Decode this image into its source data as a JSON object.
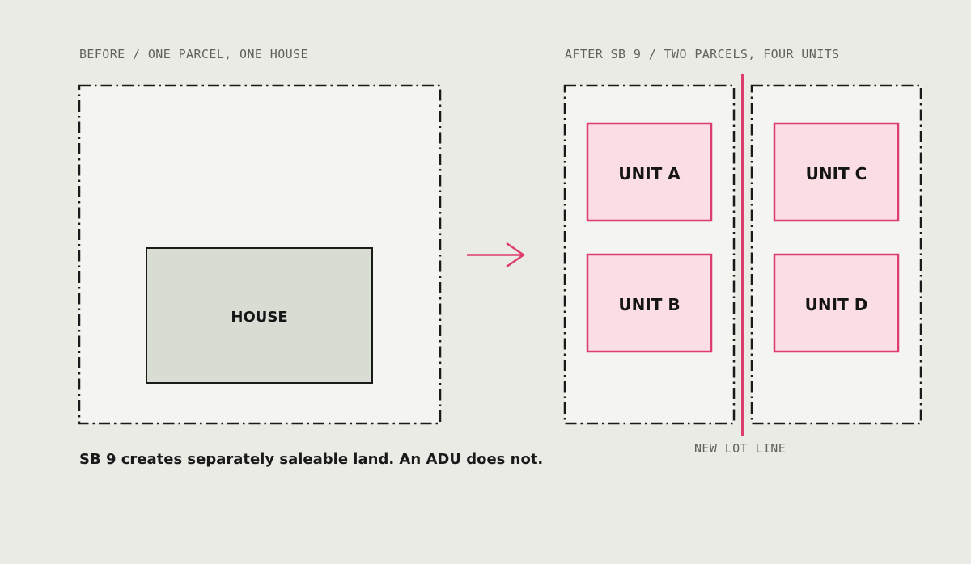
{
  "before": {
    "heading": "BEFORE / ONE PARCEL, ONE HOUSE",
    "house_label": "HOUSE"
  },
  "after": {
    "heading": "AFTER SB 9 / TWO PARCELS, FOUR UNITS",
    "units": [
      "UNIT A",
      "UNIT B",
      "UNIT C",
      "UNIT D"
    ],
    "lot_line_label": "NEW LOT LINE"
  },
  "caption": "SB 9 creates separately saleable land. An ADU does not.",
  "colors": {
    "background": "#eaebe5",
    "parcel_fill": "#f4f4f0",
    "parcel_border": "#1a1a1a",
    "house_fill": "#d8ddd4",
    "unit_fill": "#fbdde4",
    "accent": "#dc3d6e",
    "label_gray": "#5f625d"
  }
}
